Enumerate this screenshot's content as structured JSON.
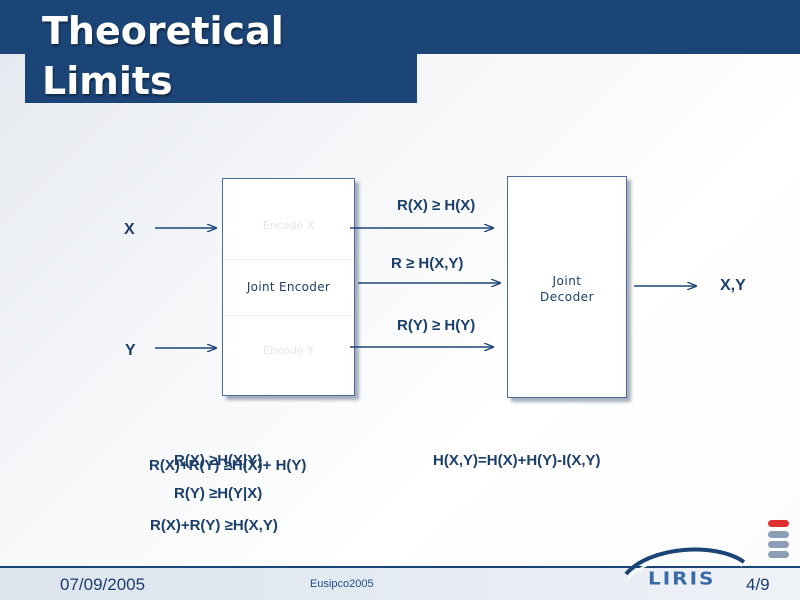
{
  "slide": {
    "title": "Theoretical Limits",
    "encoder": {
      "label": "Joint Encoder",
      "ghost_x": "Encode X",
      "ghost_y": "Encode Y"
    },
    "decoder": {
      "label_line1": "Joint",
      "label_line2": "Decoder"
    },
    "inputs": {
      "x": "X",
      "y": "Y"
    },
    "output": "X,Y",
    "rates": {
      "rx": "R(X) ≥ H(X)",
      "rxy": "R ≥ H(X,Y)",
      "ry": "R(Y) ≥ H(Y)"
    },
    "conditions": {
      "line_a": "R(X) ≥H(X|Y)",
      "line_b": "R(X)+R(Y) ≥H(X)+ H(Y)",
      "line_c": "R(Y) ≥H(Y|X)",
      "line_d": "R(X)+R(Y) ≥H(X,Y)"
    },
    "identity": "H(X,Y)=H(X)+H(Y)-I(X,Y)"
  },
  "footer": {
    "date": "07/09/2005",
    "conference": "Eusipco2005",
    "logo": "LIRIS",
    "page": "4/9"
  },
  "colors": {
    "brand_navy": "#1c4577",
    "text_navy": "#1c3e6b",
    "logo_red": "#e0302f"
  }
}
